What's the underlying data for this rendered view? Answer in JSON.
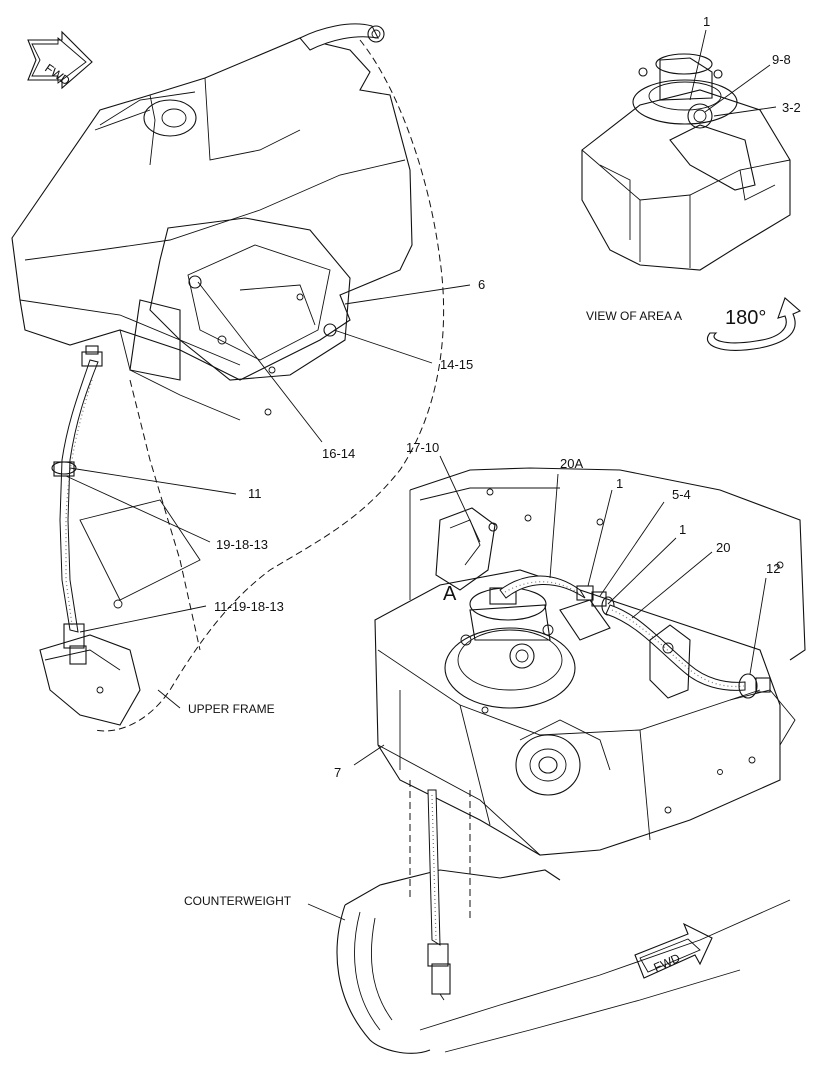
{
  "labels": {
    "callout_1_top": "1",
    "callout_9_8": "9-8",
    "callout_3_2": "3-2",
    "callout_6": "6",
    "view_of_area": "VIEW OF AREA  A",
    "rotation": "180°",
    "callout_14_15": "14-15",
    "callout_16_14": "16-14",
    "callout_11": "11",
    "callout_19_18_13": "19-18-13",
    "callout_11_19_18_13": "11-19-18-13",
    "upper_frame": "UPPER FRAME",
    "callout_17_10": "17-10",
    "callout_20A": "20A",
    "callout_1_mid": "1",
    "callout_5_4": "5-4",
    "callout_1_right": "1",
    "callout_20": "20",
    "callout_12": "12",
    "area_A": "A",
    "callout_7": "7",
    "counterweight": "COUNTERWEIGHT",
    "fwd_top": "FWD",
    "fwd_bottom": "FWD"
  },
  "icons": [
    "fwd-arrow-icon",
    "rotate-180-arrow-icon"
  ]
}
